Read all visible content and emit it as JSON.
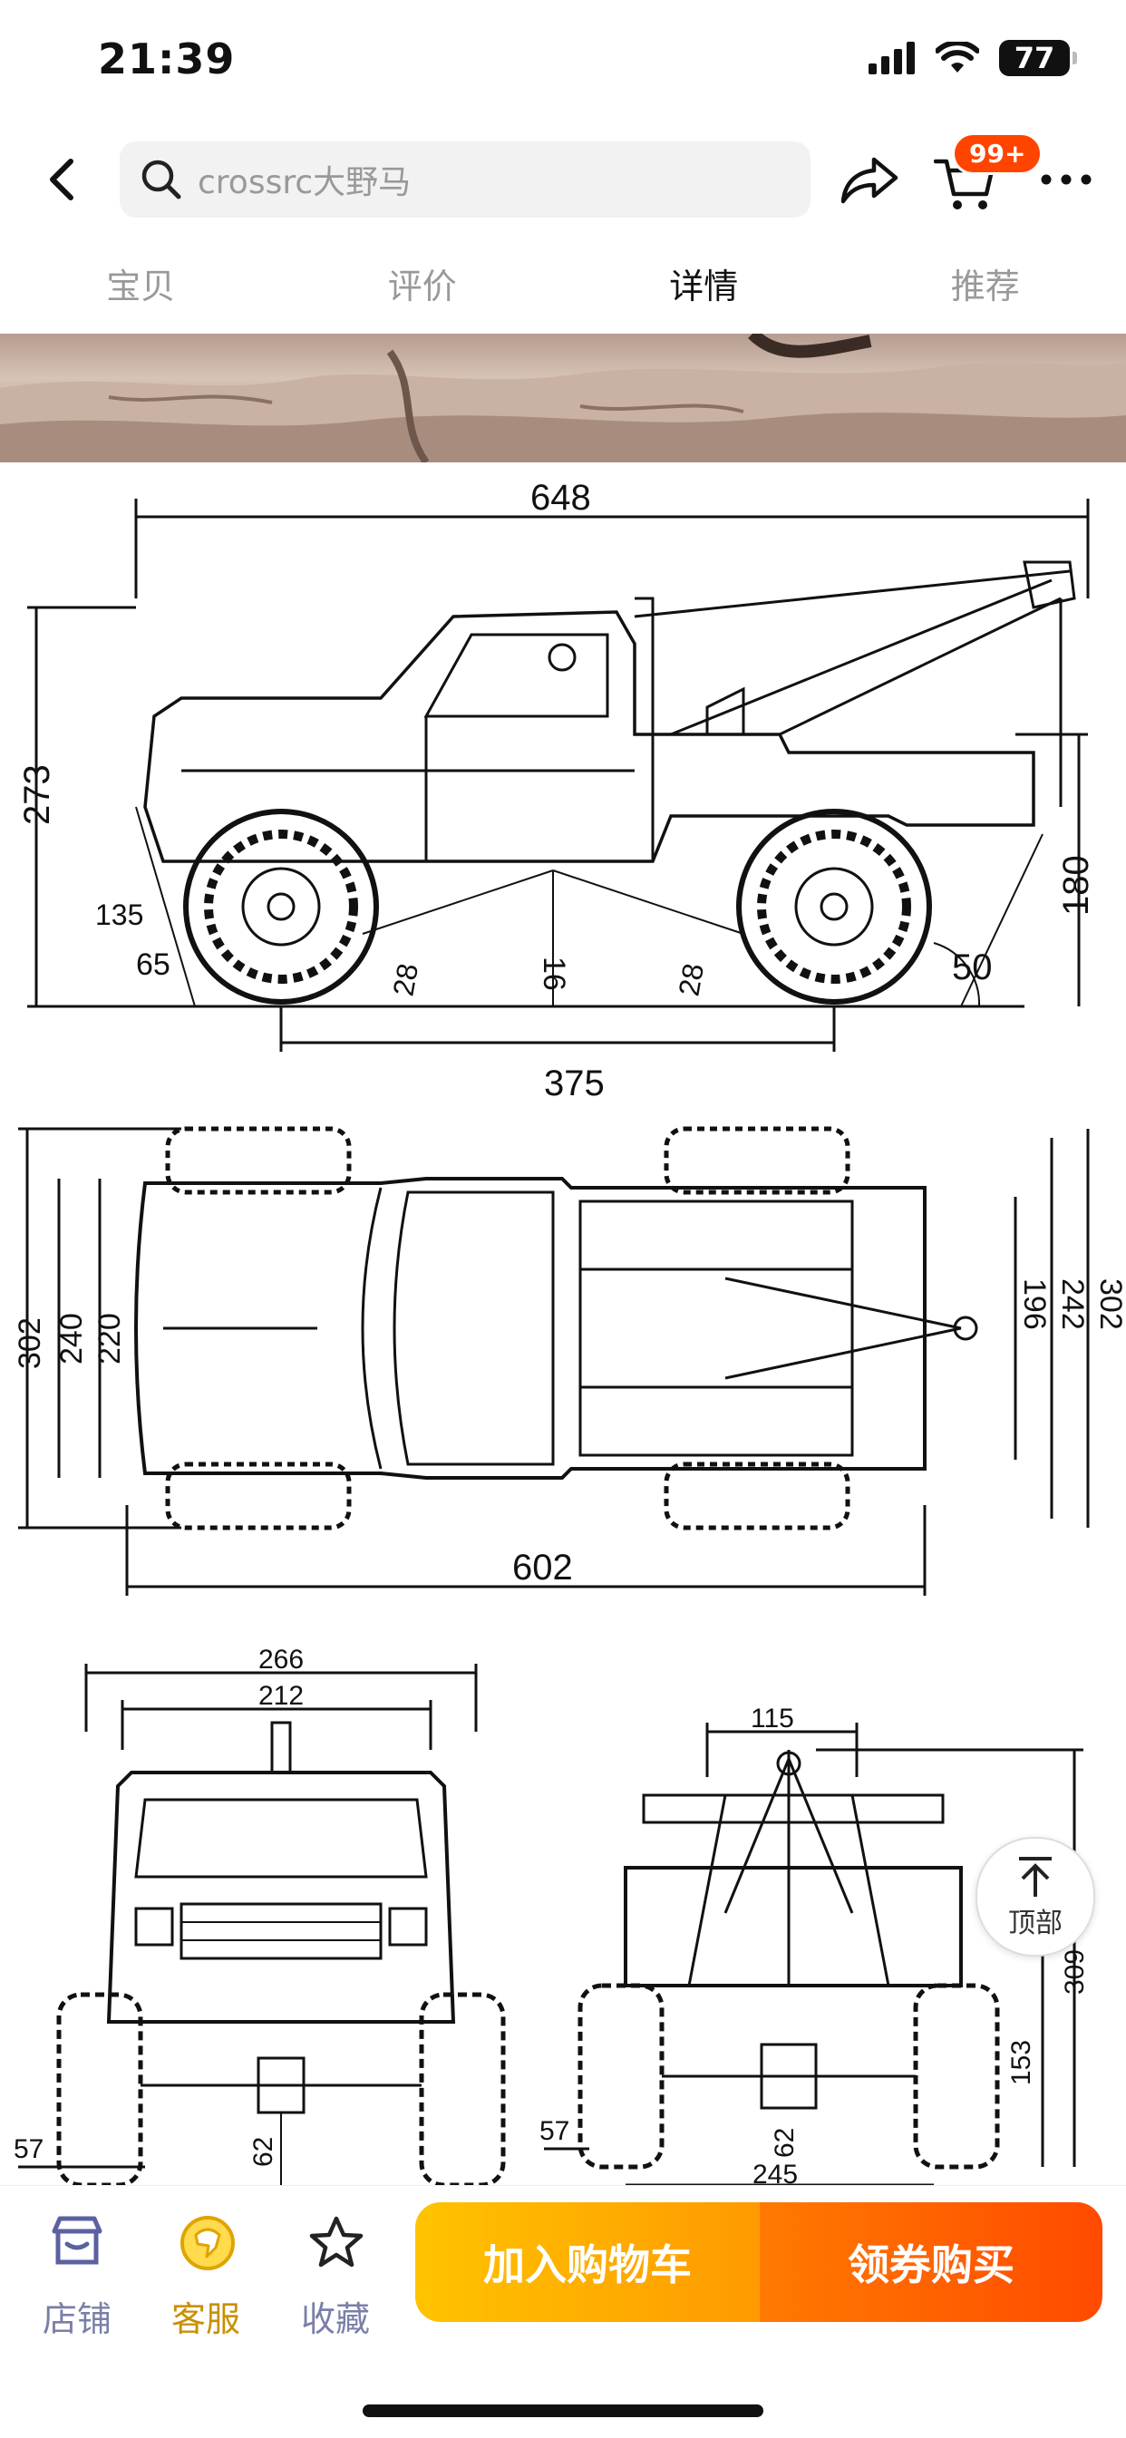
{
  "status_bar": {
    "time": "21:39",
    "battery": "77"
  },
  "search": {
    "placeholder": "crossrc大野马"
  },
  "cart": {
    "badge": "99+"
  },
  "tabs": [
    {
      "label": "宝贝",
      "active": false
    },
    {
      "label": "评价",
      "active": false
    },
    {
      "label": "详情",
      "active": true
    },
    {
      "label": "推荐",
      "active": false
    }
  ],
  "blueprint": {
    "side_view": {
      "length": "648",
      "height": "273",
      "wheelbase": "375",
      "right_height": "180",
      "ground_clearance": "16",
      "approach": "65",
      "departure": "50",
      "breakover_left": "28",
      "breakover_right": "28",
      "tire_dia": "135"
    },
    "top_view": {
      "length": "602",
      "left_width_outer": "302",
      "left_width_mid": "240",
      "left_width_inner": "220",
      "right_inner": "196",
      "right_mid": "242",
      "right_outer": "302"
    },
    "front_view": {
      "width_outer": "266",
      "width_inner": "212",
      "track_label": "57",
      "clearance": "62"
    },
    "rear_view": {
      "top_width": "115",
      "height_total": "309",
      "height_mid": "153",
      "track_label": "57",
      "clearance": "62",
      "bottom_width": "245"
    }
  },
  "float_button": {
    "label": "顶部"
  },
  "bottom_bar": {
    "shop": "店铺",
    "service": "客服",
    "favorite": "收藏",
    "add_to_cart": "加入购物车",
    "coupon_buy": "领券购买"
  },
  "colors": {
    "accent_orange": "#ff4a00",
    "accent_yellow": "#ffc300",
    "muted_icon": "#7a7fa8",
    "service_gold": "#e0a400"
  }
}
